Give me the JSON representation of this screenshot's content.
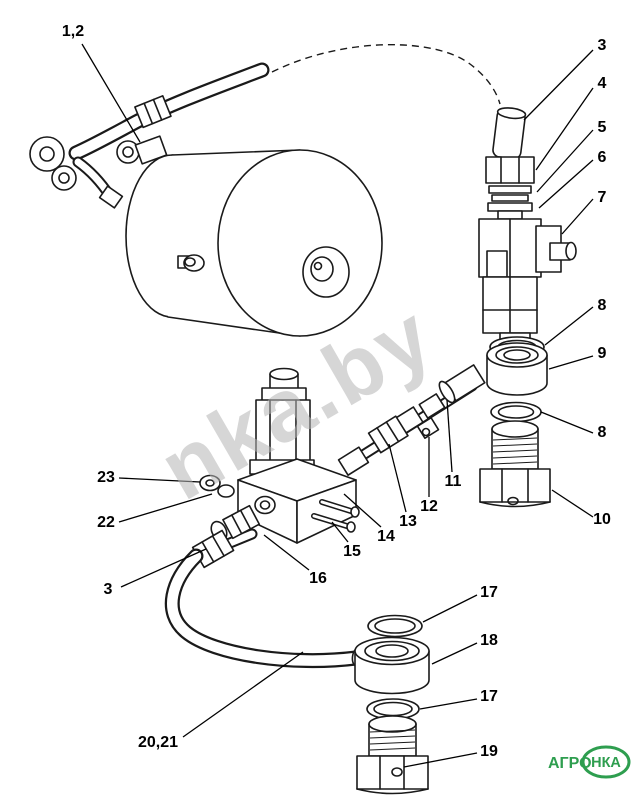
{
  "diagram": {
    "type": "exploded-parts-diagram",
    "background": "#ffffff",
    "line_color": "#1a1a1a",
    "watermark": "nka.by",
    "watermark_color": "#b5b5b5",
    "logo": {
      "text_left": "АГРО",
      "text_oval": "НКА",
      "color": "#2e9e4f"
    },
    "callouts": [
      {
        "label": "1,2"
      },
      {
        "label": "3"
      },
      {
        "label": "4"
      },
      {
        "label": "5"
      },
      {
        "label": "6"
      },
      {
        "label": "7"
      },
      {
        "label": "8"
      },
      {
        "label": "9"
      },
      {
        "label": "8"
      },
      {
        "label": "10"
      },
      {
        "label": "11"
      },
      {
        "label": "12"
      },
      {
        "label": "13"
      },
      {
        "label": "14"
      },
      {
        "label": "15"
      },
      {
        "label": "16"
      },
      {
        "label": "23"
      },
      {
        "label": "22"
      },
      {
        "label": "3"
      },
      {
        "label": "17"
      },
      {
        "label": "18"
      },
      {
        "label": "17"
      },
      {
        "label": "19"
      },
      {
        "label": "20,21"
      }
    ]
  }
}
